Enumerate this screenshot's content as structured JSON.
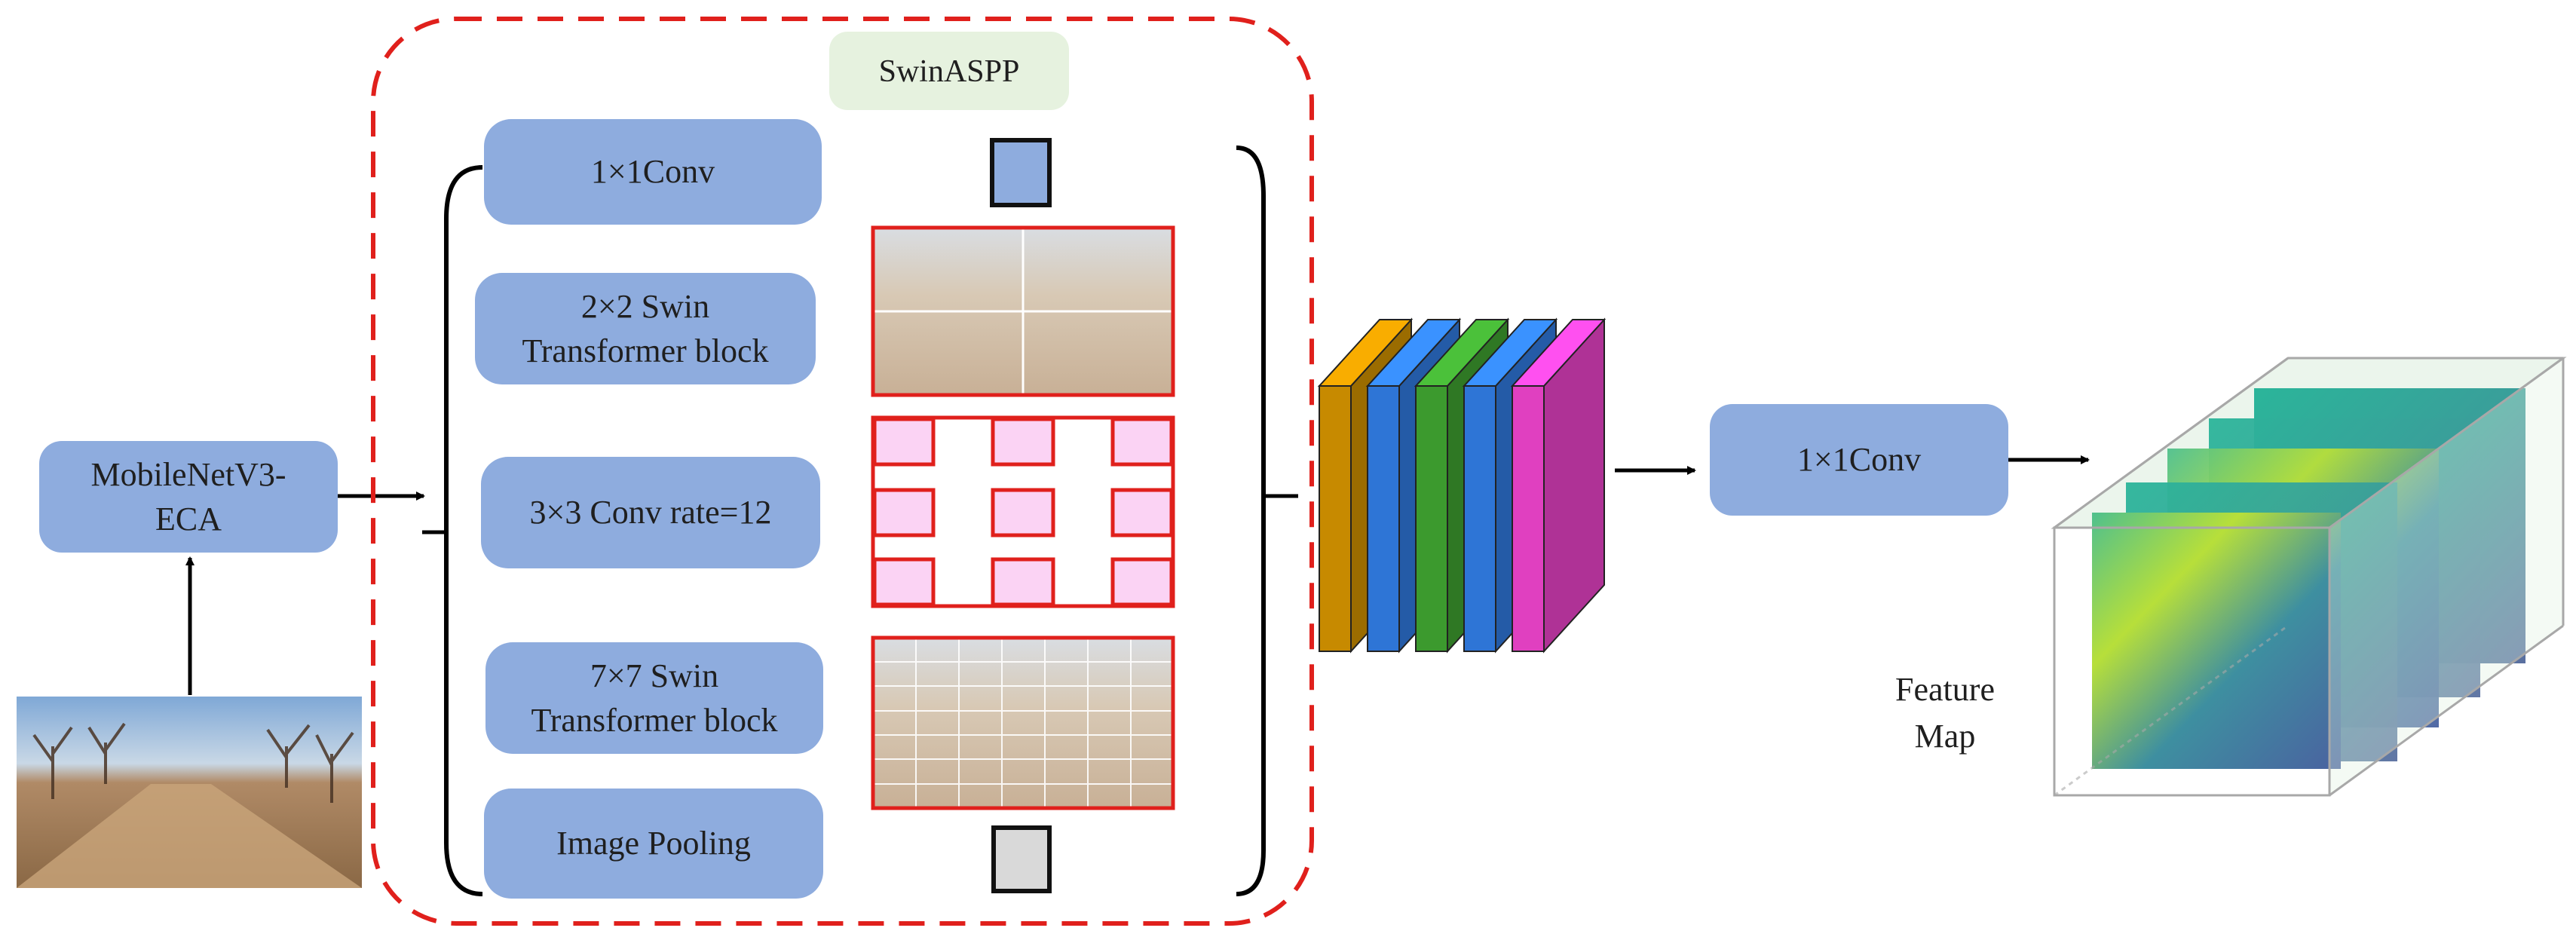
{
  "backbone": {
    "label_line1": "MobileNetV3-",
    "label_line2": "ECA"
  },
  "swinaspp": {
    "title": "SwinASPP",
    "branches": [
      {
        "line1": "1×1Conv",
        "line2": ""
      },
      {
        "line1": "2×2 Swin",
        "line2": "Transformer block"
      },
      {
        "line1": "3×3 Conv rate=12",
        "line2": ""
      },
      {
        "line1": "7×7 Swin",
        "line2": "Transformer block"
      },
      {
        "line1": "Image Pooling",
        "line2": ""
      }
    ]
  },
  "output_conv": {
    "label": "1×1Conv"
  },
  "feature_map": {
    "line1": "Feature",
    "line2": "Map"
  },
  "colors": {
    "dashed_border": "#e0201c",
    "module_fill": "#8eacde",
    "title_fill": "#e6f2df",
    "concat_layers": [
      "#c78a00",
      "#2e75d6",
      "#3c9a2e",
      "#2e75d6",
      "#e040c0"
    ]
  }
}
